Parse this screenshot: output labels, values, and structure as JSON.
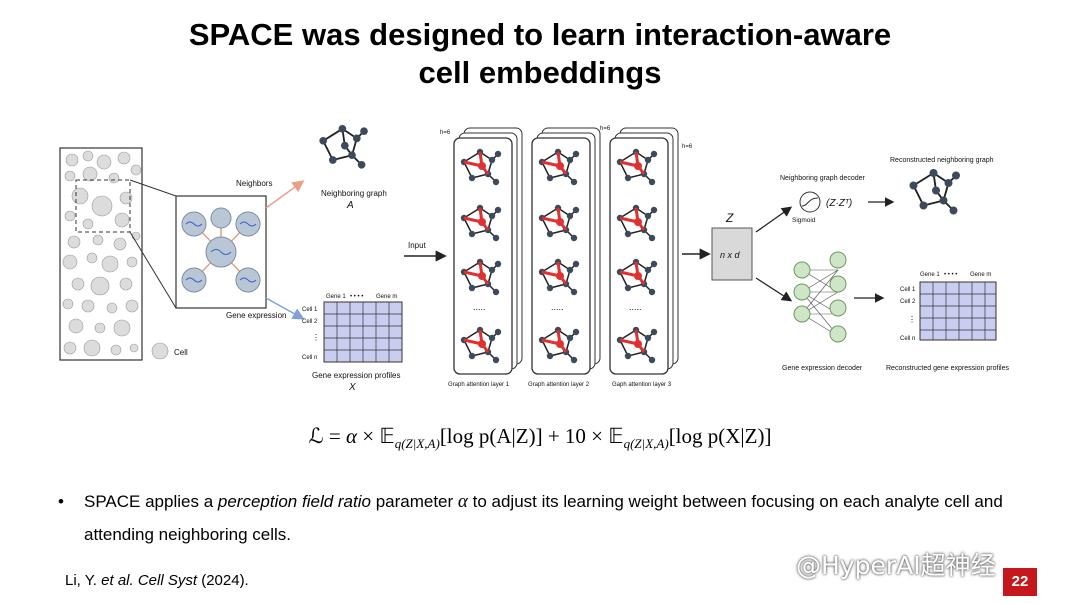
{
  "slide": {
    "title_line1": "SPACE was designed to learn interaction-aware",
    "title_line2": "cell embeddings",
    "page_number": "22",
    "watermark": "@HyperAI超神经"
  },
  "diagram": {
    "labels": {
      "neighbors": "Neighbors",
      "neighboring_graph": "Neighboring graph",
      "A": "A",
      "gene_expression": "Gene expression",
      "gene_expression_profiles": "Gene expression profiles",
      "X": "X",
      "cell": "Cell",
      "input": "Input",
      "h1": "h=6",
      "h2": "h=6",
      "h3": "h=6",
      "gal1": "Graph attention layer 1",
      "gal2": "Graph attention layer 2",
      "gal3": "Gaph attention layer 3",
      "Z": "Z",
      "nxd": "n x d",
      "ng_decoder": "Neighboring graph decoder",
      "sigmoid": "Sigmoid",
      "zzt": "(Z·Zᵀ)",
      "recon_graph": "Reconstructed neighboring graph",
      "ge_decoder": "Gene expression decoder",
      "recon_profiles": "Reconstructed gene expression profiles",
      "dots": "....."
    },
    "matrix_left": {
      "gene1": "Gene 1",
      "gene_dots": "• • • •",
      "genem": "Gene m",
      "cell1": "Cell 1",
      "cell2": "Cell 2",
      "celln": "Cell n"
    },
    "matrix_right": {
      "gene1": "Gene 1",
      "gene_dots": "• • • •",
      "genem": "Gene m",
      "cell1": "Cell 1",
      "cell2": "Cell 2",
      "celln": "Cell n"
    },
    "colors": {
      "attention": "#e03030",
      "node": "#3d4a5c",
      "matrix": "#c9cdf0",
      "nn_node": "#cfe6c6"
    }
  },
  "formula": {
    "L": "ℒ",
    "eq": " = ",
    "alpha": "α",
    "times1": " × ",
    "E1": "𝔼",
    "sub1": "q(Z|X,A)",
    "term1": "[log p(A|Z)] + 10 × ",
    "E2": "𝔼",
    "sub2": "q(Z|X,A)",
    "term2": "[log p(X|Z)]"
  },
  "bullet": {
    "dot": "•",
    "t1": "SPACE applies a ",
    "em": "perception field ratio",
    "t2": " parameter ",
    "alpha": "α",
    "t3": " to adjust its learning weight between focusing on each analyte cell and attending neighboring cells."
  },
  "citation": {
    "author": "Li, Y. ",
    "etal": "et al. Cell Syst",
    "year": " (2024)."
  }
}
